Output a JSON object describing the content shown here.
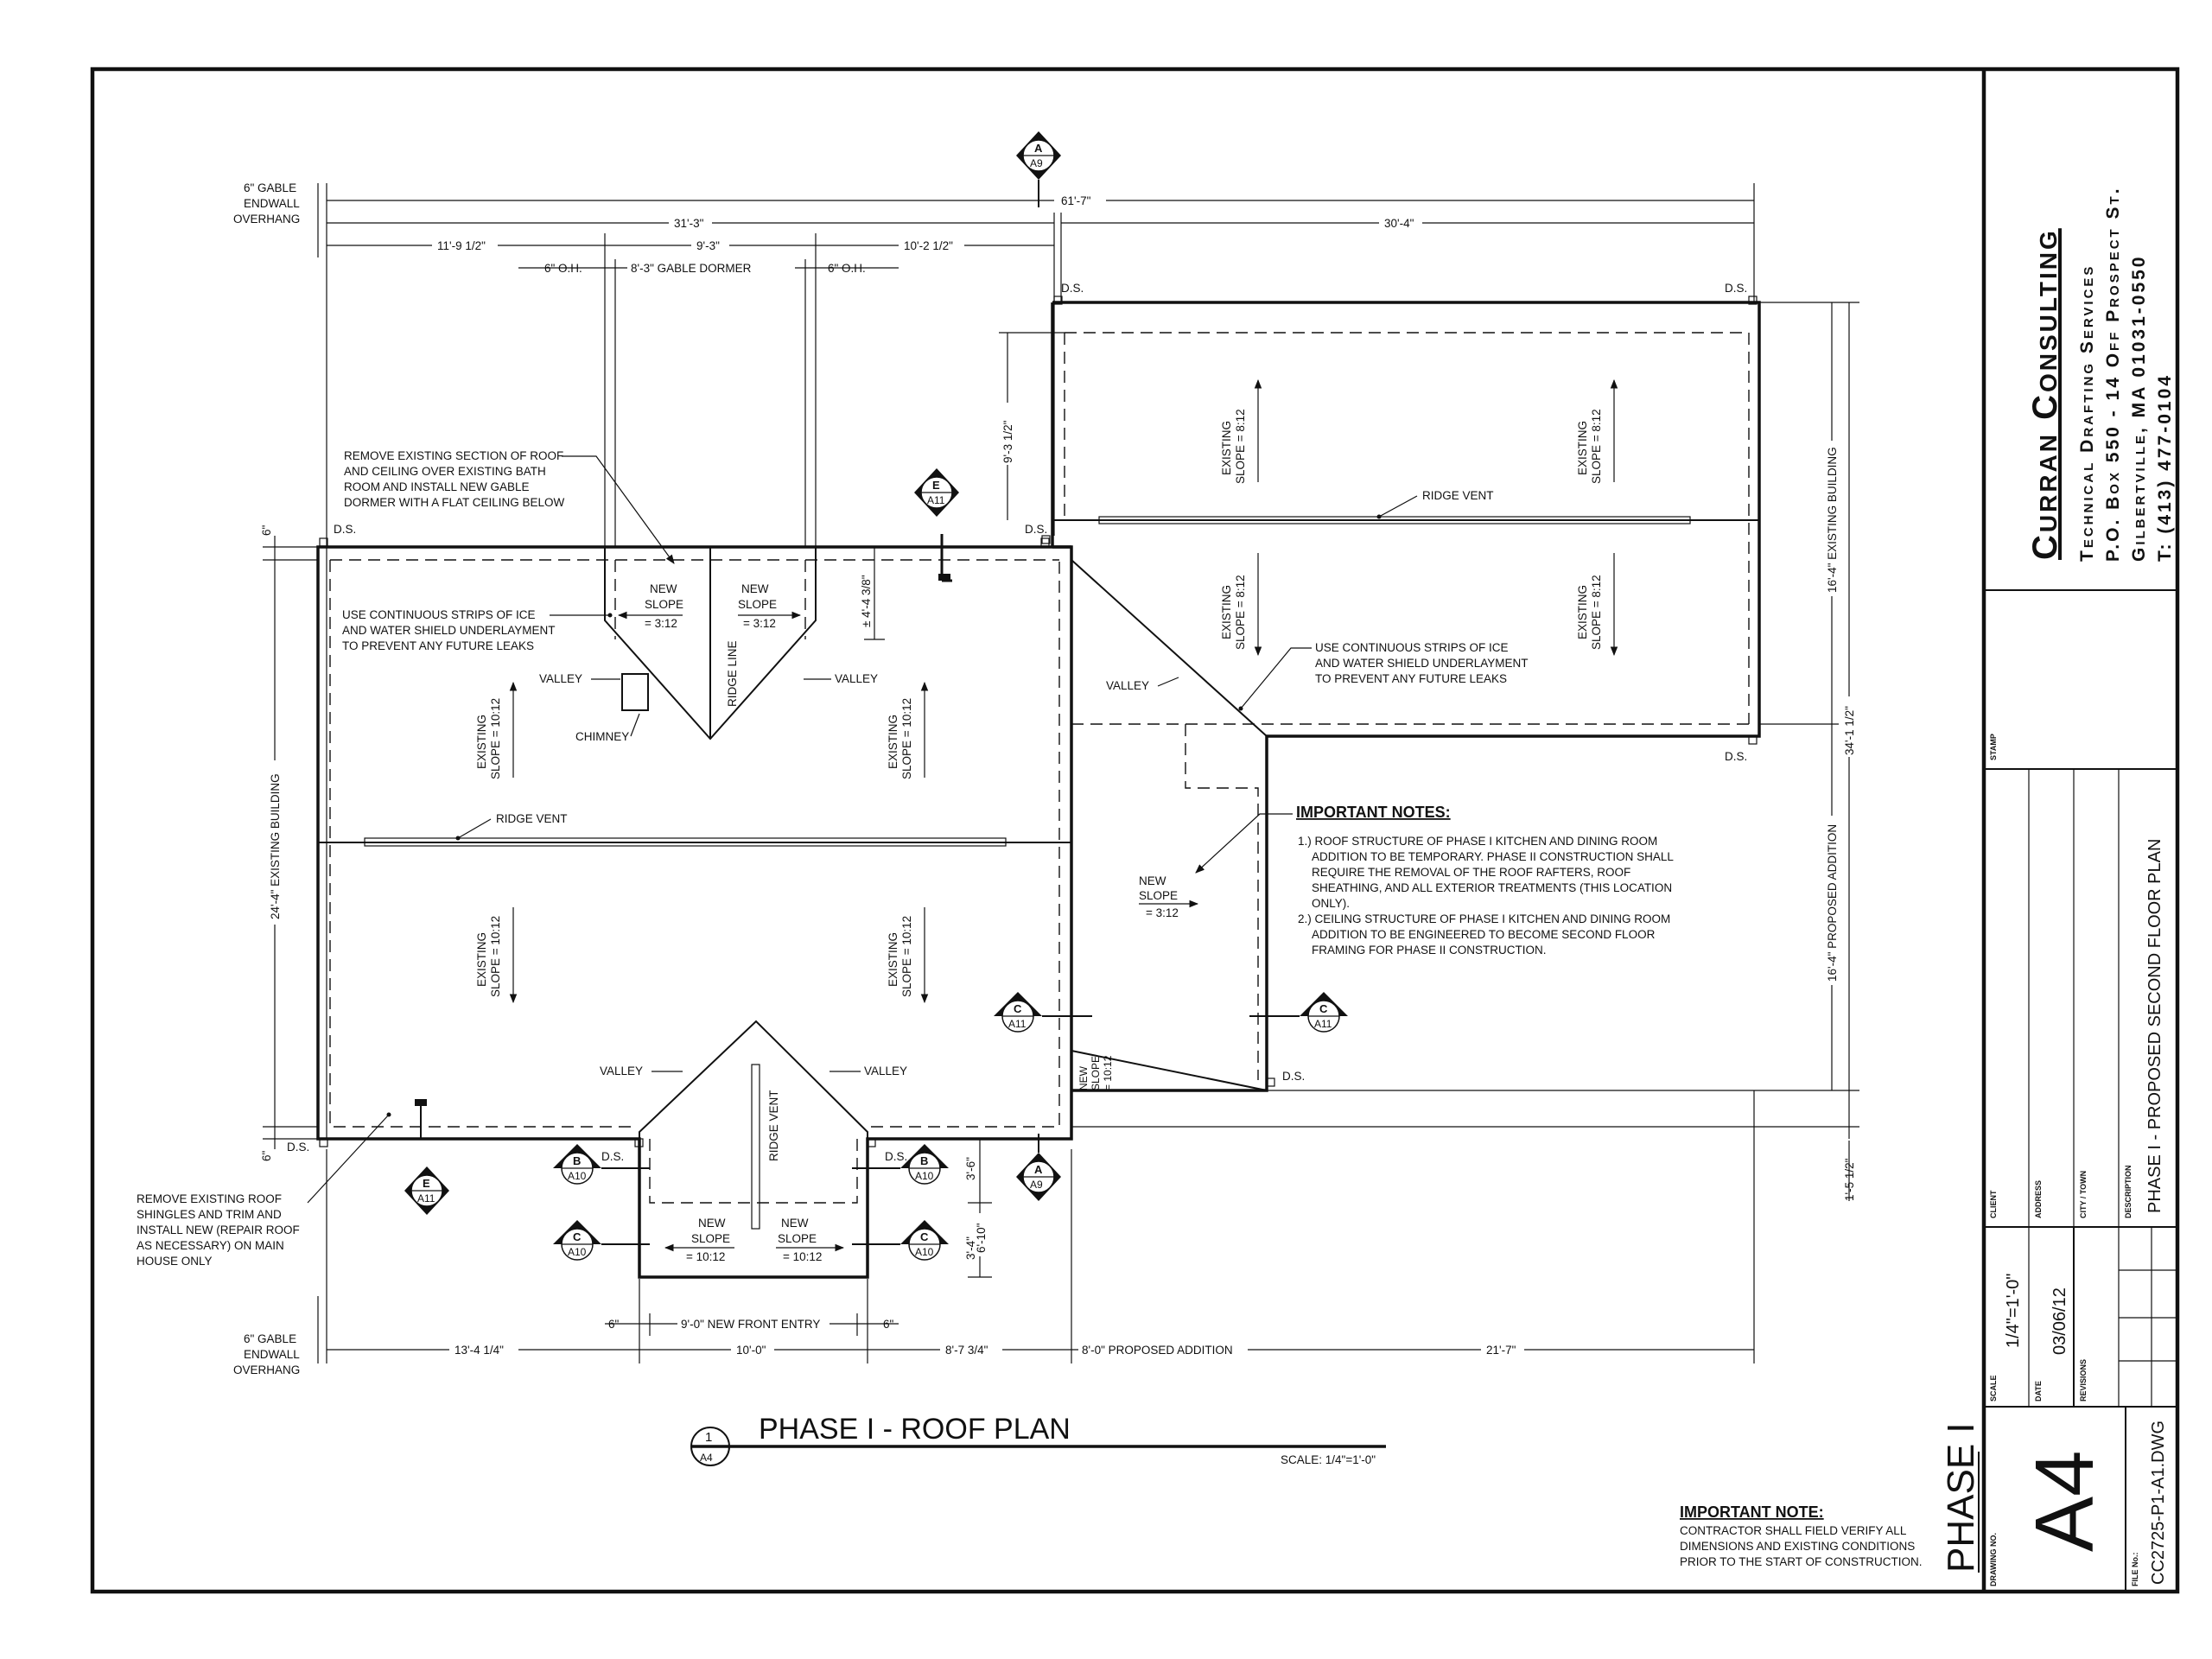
{
  "company": {
    "name": "Curran Consulting",
    "services": "Technical Drafting Services",
    "address": "P.O. Box 550 - 14 Off Prospect St.",
    "city": "Gilbertville, MA 01031-0550",
    "phone": "T: (413) 477-0104"
  },
  "title_block": {
    "stamp_label": "STAMP",
    "client_label": "CLIENT",
    "address_label": "ADDRESS",
    "city_label": "CITY / TOWN",
    "description_label": "DESCRIPTION",
    "description": "PHASE I - PROPOSED SECOND FLOOR PLAN",
    "scale_label": "SCALE",
    "scale": "1/4\"=1'-0\"",
    "date_label": "DATE",
    "date": "03/06/12",
    "revisions_label": "REVISIONS",
    "drawing_no_label": "DRAWING NO.",
    "drawing_no": "A4",
    "file_no_label": "FILE No.:",
    "file_no": "CC2725-P1-A1.DWG",
    "phase": "PHASE I"
  },
  "drawing": {
    "title": "PHASE I - ROOF PLAN",
    "title_number": "1",
    "title_sheet": "A4",
    "scale_text": "SCALE: 1/4\"=1'-0\""
  },
  "notes": {
    "main_heading": "IMPORTANT NOTES:",
    "main_items": [
      "1.) ROOF STRUCTURE OF PHASE I KITCHEN AND DINING ROOM",
      "ADDITION TO BE TEMPORARY. PHASE II CONSTRUCTION SHALL",
      "REQUIRE THE REMOVAL OF THE ROOF RAFTERS, ROOF",
      "SHEATHING, AND ALL EXTERIOR TREATMENTS (THIS LOCATION",
      "ONLY).",
      "2.) CEILING STRUCTURE OF PHASE I KITCHEN AND DINING ROOM",
      "ADDITION TO BE ENGINEERED TO BECOME SECOND FLOOR",
      "FRAMING FOR PHASE II CONSTRUCTION."
    ],
    "field_heading": "IMPORTANT NOTE:",
    "field_lines": [
      "CONTRACTOR SHALL FIELD VERIFY ALL",
      "DIMENSIONS AND EXISTING CONDITIONS",
      "PRIOR TO THE START OF CONSTRUCTION."
    ],
    "remove_roof": [
      "REMOVE EXISTING SECTION OF ROOF",
      "AND CEILING OVER EXISTING BATH",
      "ROOM AND INSTALL NEW GABLE",
      "DORMER WITH A FLAT CEILING BELOW"
    ],
    "ice_shield_left": [
      "USE CONTINUOUS STRIPS OF ICE",
      "AND WATER SHIELD UNDERLAYMENT",
      "TO PREVENT ANY FUTURE LEAKS"
    ],
    "ice_shield_right": [
      "USE CONTINUOUS STRIPS OF ICE",
      "AND WATER SHIELD UNDERLAYMENT",
      "TO PREVENT ANY FUTURE LEAKS"
    ],
    "remove_shingles": [
      "REMOVE EXISTING ROOF",
      "SHINGLES AND TRIM AND",
      "INSTALL NEW (REPAIR ROOF",
      "AS NECESSARY) ON MAIN",
      "HOUSE ONLY"
    ],
    "gable_top": [
      "6\" GABLE",
      "ENDWALL",
      "OVERHANG"
    ],
    "gable_bottom": [
      "6\" GABLE",
      "ENDWALL",
      "OVERHANG"
    ]
  },
  "labels": {
    "ds": "D.S.",
    "valley": "VALLEY",
    "ridge_vent": "RIDGE VENT",
    "ridge_line": "RIDGE LINE",
    "chimney": "CHIMNEY",
    "new_slope": "NEW",
    "slope_word": "SLOPE",
    "slope_312": "= 3:12",
    "slope_1012": "= 10:12",
    "existing": "EXISTING",
    "slope_ex_1012": "SLOPE = 10:12",
    "slope_ex_812": "SLOPE = 8:12",
    "rot_new_slope": "NEW",
    "rot_slope": "SLOPE",
    "rot_1012": "= 10:12"
  },
  "dimensions": {
    "top_overall": "61'-7\"",
    "top_left": "31'-3\"",
    "top_right": "30'-4\"",
    "top_a": "11'-9 1/2\"",
    "top_b": "9'-3\"",
    "top_c": "10'-2 1/2\"",
    "oh_left": "6\" O.H.",
    "dormer": "8'-3\" GABLE DORMER",
    "oh_right": "6\" O.H.",
    "bottom_a": "13'-4 1/4\"",
    "bottom_b": "10'-0\"",
    "bottom_c": "8'-7 3/4\"",
    "bottom_d": "8'-0\" PROPOSED ADDITION",
    "bottom_e": "21'-7\"",
    "entry_left": "6\"",
    "entry": "9'-0\" NEW FRONT ENTRY",
    "entry_right": "6\"",
    "left_existing": "24'-4\" EXISTING BUILDING",
    "left_top_6": "6\"",
    "left_bottom_6": "6\"",
    "dormer_height": "± 4'-4 3/8\"",
    "right_93": "9'-3 1/2\"",
    "right_existing": "16'-4\" EXISTING BUILDING",
    "right_proposed": "16'-4\" PROPOSED ADDITION",
    "right_overall": "34'-1 1/2\"",
    "right_15": "1'-5 1/2\"",
    "entry_36": "3'-6\"",
    "entry_610": "6'-10\"",
    "entry_34": "3'-4\""
  },
  "section_marks": [
    {
      "letter": "A",
      "sheet": "A9"
    },
    {
      "letter": "E",
      "sheet": "A11"
    },
    {
      "letter": "C",
      "sheet": "A11"
    },
    {
      "letter": "C",
      "sheet": "A11"
    },
    {
      "letter": "E",
      "sheet": "A11"
    },
    {
      "letter": "B",
      "sheet": "A10"
    },
    {
      "letter": "C",
      "sheet": "A10"
    },
    {
      "letter": "B",
      "sheet": "A10"
    },
    {
      "letter": "C",
      "sheet": "A10"
    },
    {
      "letter": "A",
      "sheet": "A9"
    }
  ]
}
